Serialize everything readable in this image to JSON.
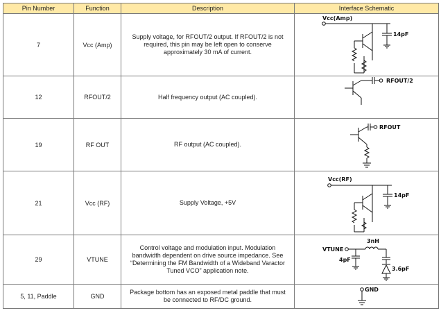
{
  "table": {
    "headers": {
      "pin": "Pin Number",
      "function": "Function",
      "description": "Description",
      "schematic": "Interface Schematic"
    },
    "rows": [
      {
        "pin": "7",
        "function": "Vcc (Amp)",
        "description": "Supply voltage, for RFOUT/2 output. If RFOUT/2 is not required, this pin may be left open to conserve approximately 30 mA of current.",
        "schematic_labels": [
          "Vcc(Amp)",
          "14pF"
        ]
      },
      {
        "pin": "12",
        "function": "RFOUT/2",
        "description": "Half frequency output (AC coupled).",
        "schematic_labels": [
          "RFOUT/2"
        ]
      },
      {
        "pin": "19",
        "function": "RF OUT",
        "description": "RF output (AC coupled).",
        "schematic_labels": [
          "RFOUT"
        ]
      },
      {
        "pin": "21",
        "function": "Vcc (RF)",
        "description": "Supply Voltage, +5V",
        "schematic_labels": [
          "Vcc(RF)",
          "14pF"
        ]
      },
      {
        "pin": "29",
        "function": "VTUNE",
        "description": "Control voltage and modulation input. Modulation bandwidth dependent on drive source impedance. See “Determining the FM Bandwidth of a Wideband Varactor Tuned VCO” application note.",
        "schematic_labels": [
          "3nH",
          "VTUNE",
          "4pF",
          "3.6pF"
        ]
      },
      {
        "pin": "5, 11, Paddle",
        "function": "GND",
        "description": "Package bottom has an exposed metal paddle that must be connected to RF/DC ground.",
        "schematic_labels": [
          "GND"
        ]
      }
    ]
  }
}
